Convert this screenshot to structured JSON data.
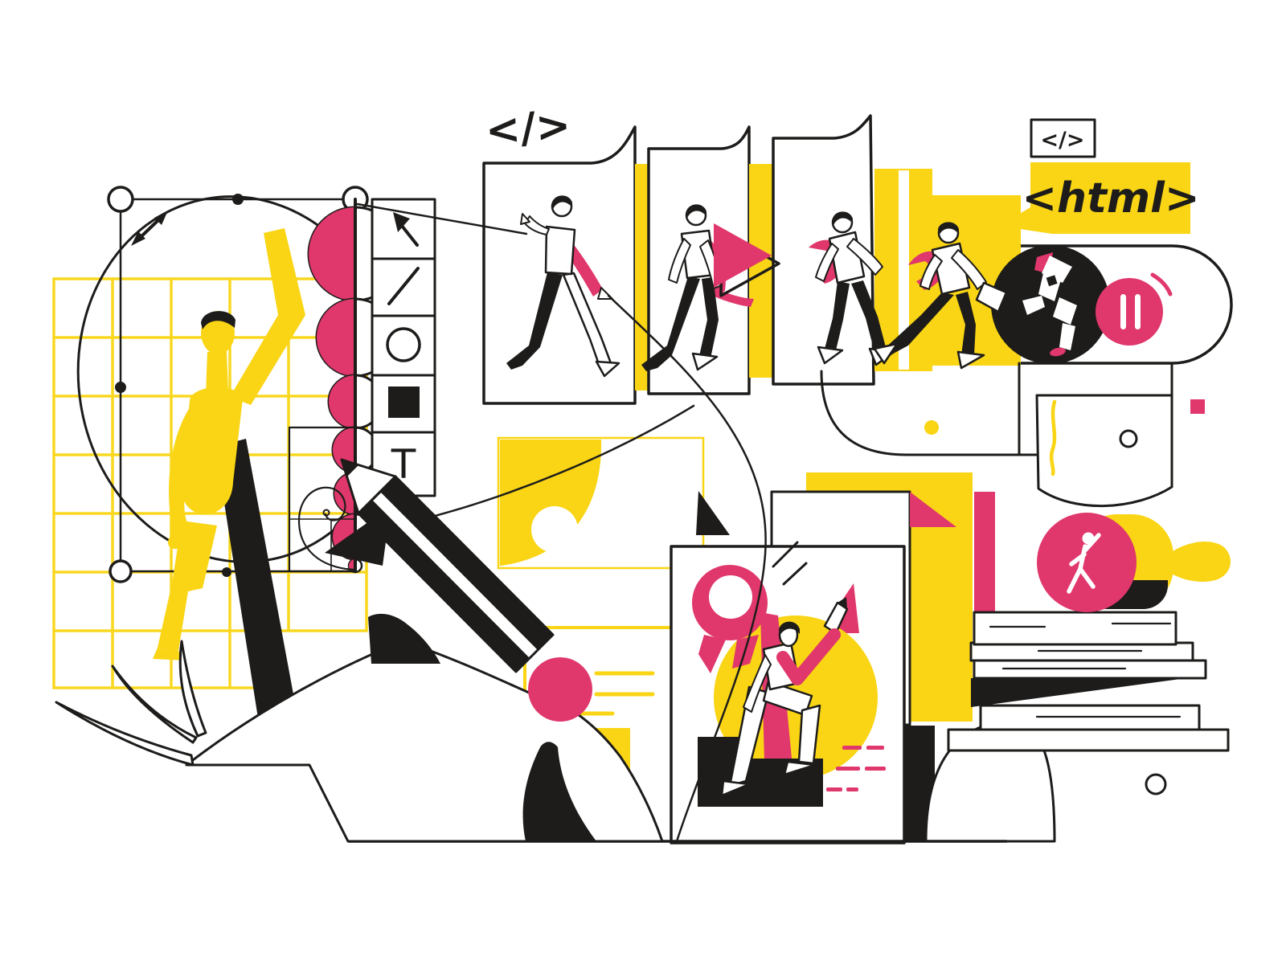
{
  "palette": {
    "yellow": "#F9D515",
    "pink": "#E0376C",
    "ink": "#1D1C1A",
    "paper": "#FFFFFF"
  },
  "texts": {
    "code_symbol": "</>",
    "code_box_symbol": "</>",
    "html_tag": "<html>",
    "text_tool": "T"
  },
  "icons": {
    "cursor_tool": "arrow-cursor",
    "line_tool": "diagonal-line",
    "ellipse_tool": "circle-outline",
    "rectangle_tool": "filled-square",
    "text_tool": "letter-T",
    "play": "play-triangle",
    "pause": "pause-bars",
    "resize": "diagonal-double-arrow"
  }
}
